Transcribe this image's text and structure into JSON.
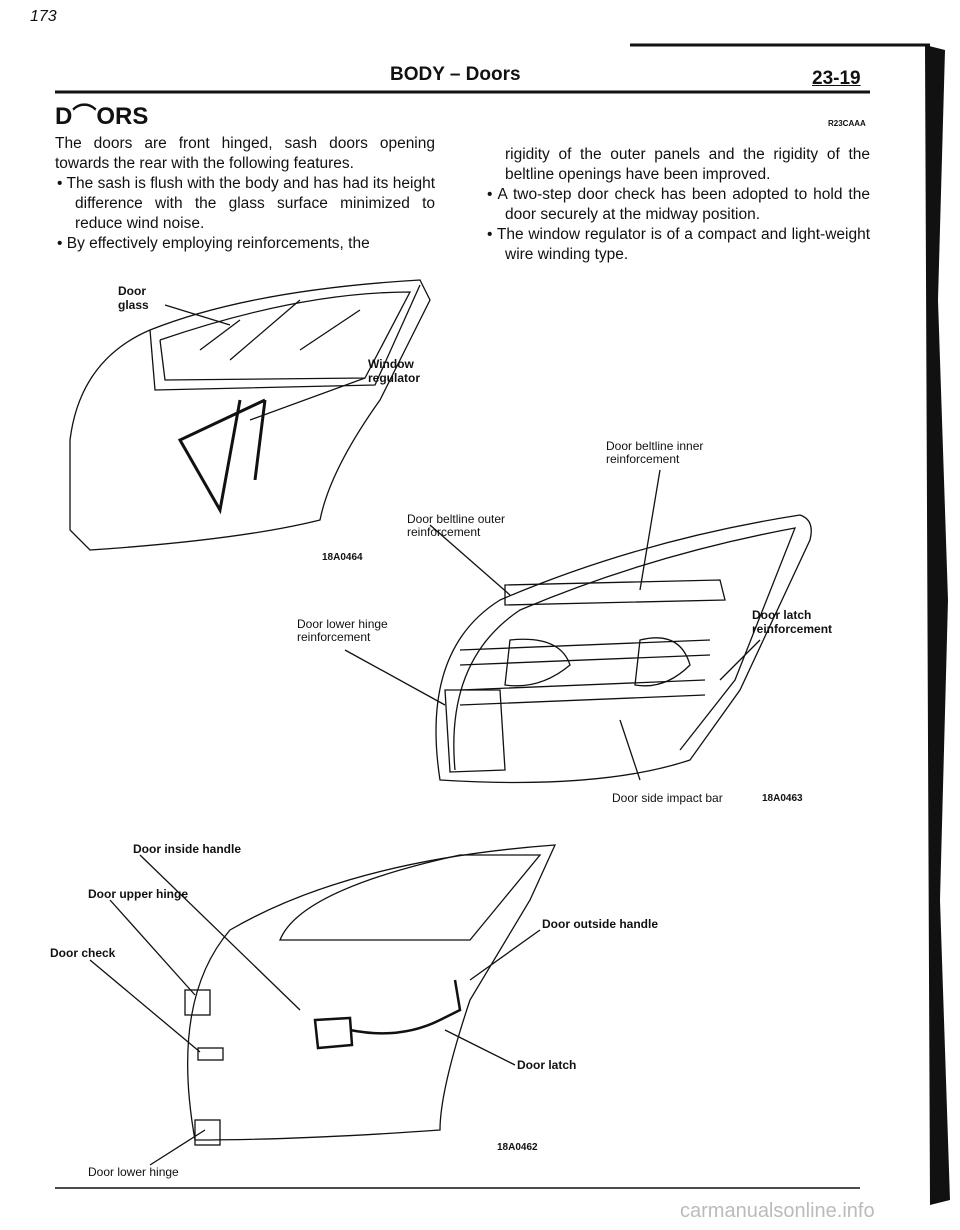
{
  "page_mark": "173",
  "header": {
    "section": "BODY – Doors",
    "page_number": "23-19"
  },
  "title": "D⌒ORS",
  "ref_code": "R23CAAA",
  "intro": "The doors are front hinged, sash doors opening towards the rear with the following features.",
  "bullets_left": [
    "The sash is flush with the body and has had its height difference with the glass surface minimized to reduce wind noise.",
    "By effectively employing reinforcements, the"
  ],
  "continuation": "rigidity of the outer panels and the rigidity of the beltline openings have been improved.",
  "bullets_right": [
    "A two-step door check has been adopted to hold the door securely at the midway position.",
    "The window regulator is of a compact and light-weight wire winding type."
  ],
  "figure1": {
    "labels": {
      "door_glass": "Door glass",
      "window_regulator": "Window regulator"
    },
    "code": "18A0464"
  },
  "figure2": {
    "labels": {
      "beltline_inner": "Door beltline inner reinforcement",
      "beltline_outer": "Door beltline outer reinforcement",
      "lower_hinge_reinf": "Door lower hinge reinforcement",
      "latch_reinf": "Door latch reinforcement",
      "side_impact_bar": "Door side impact bar"
    },
    "code": "18A0463"
  },
  "figure3": {
    "labels": {
      "inside_handle": "Door inside handle",
      "upper_hinge": "Door upper hinge",
      "outside_handle": "Door outside handle",
      "check": "Door check",
      "latch": "Door latch",
      "lower_hinge": "Door lower hinge"
    },
    "code": "18A0462"
  },
  "watermark": "carmanualsonline.info"
}
